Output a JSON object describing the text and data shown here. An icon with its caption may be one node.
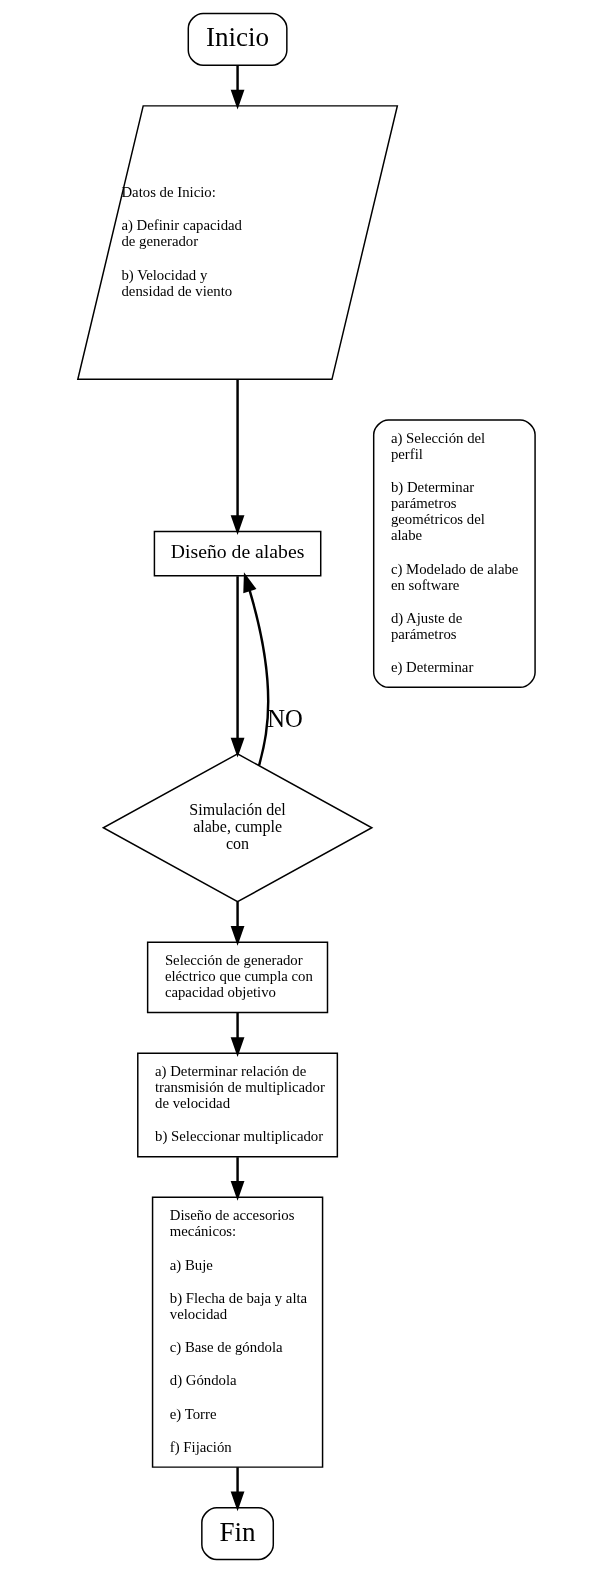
{
  "diagram": {
    "nodes": [
      {
        "text": [
          "Inicio"
        ]
      },
      {
        "text": [
          "Datos de Inicio:",
          "a) Definir capacidad de generador",
          "b) Velocidad y densidad de viento"
        ]
      },
      {
        "text": [
          "Diseño de alabes"
        ]
      },
      {
        "text": [
          "Simulación del alabe, cumple con"
        ]
      },
      {
        "text": [
          "Selección de generador eléctrico que cumpla con capacidad objetivo"
        ]
      },
      {
        "text": [
          "a) Determinar relación de transmisión de multiplicador de velocidad",
          "b) Seleccionar multiplicador"
        ]
      },
      {
        "text": [
          "Diseño de accesorios mecánicos:",
          "a) Buje",
          "b) Flecha de baja y alta velocidad",
          "c) Base de góndola",
          "d) Góndola",
          "e) Torre",
          "f) Fijación"
        ]
      },
      {
        "text": [
          "Fin"
        ]
      },
      {
        "text": [
          "a) Selección del perfil",
          "b) Determinar parámetros geométricos del alabe",
          "c) Modelado de alabe en software",
          "d) Ajuste de parámetros",
          "e) Determinar"
        ]
      }
    ],
    "edges": [
      {
        "from": 0,
        "to": 1,
        "arrow": "to"
      },
      {
        "from": 1,
        "to": 2,
        "arrow": "to"
      },
      {
        "from": 2,
        "to": 3,
        "arrow": "to"
      },
      {
        "from": 3,
        "to": 2,
        "arrow": "to",
        "label": "NO"
      },
      {
        "from": 3,
        "to": 4,
        "arrow": "to"
      },
      {
        "from": 4,
        "to": 5,
        "arrow": "to"
      },
      {
        "from": 5,
        "to": 6,
        "arrow": "to"
      },
      {
        "from": 6,
        "to": 7,
        "arrow": "to"
      }
    ]
  }
}
